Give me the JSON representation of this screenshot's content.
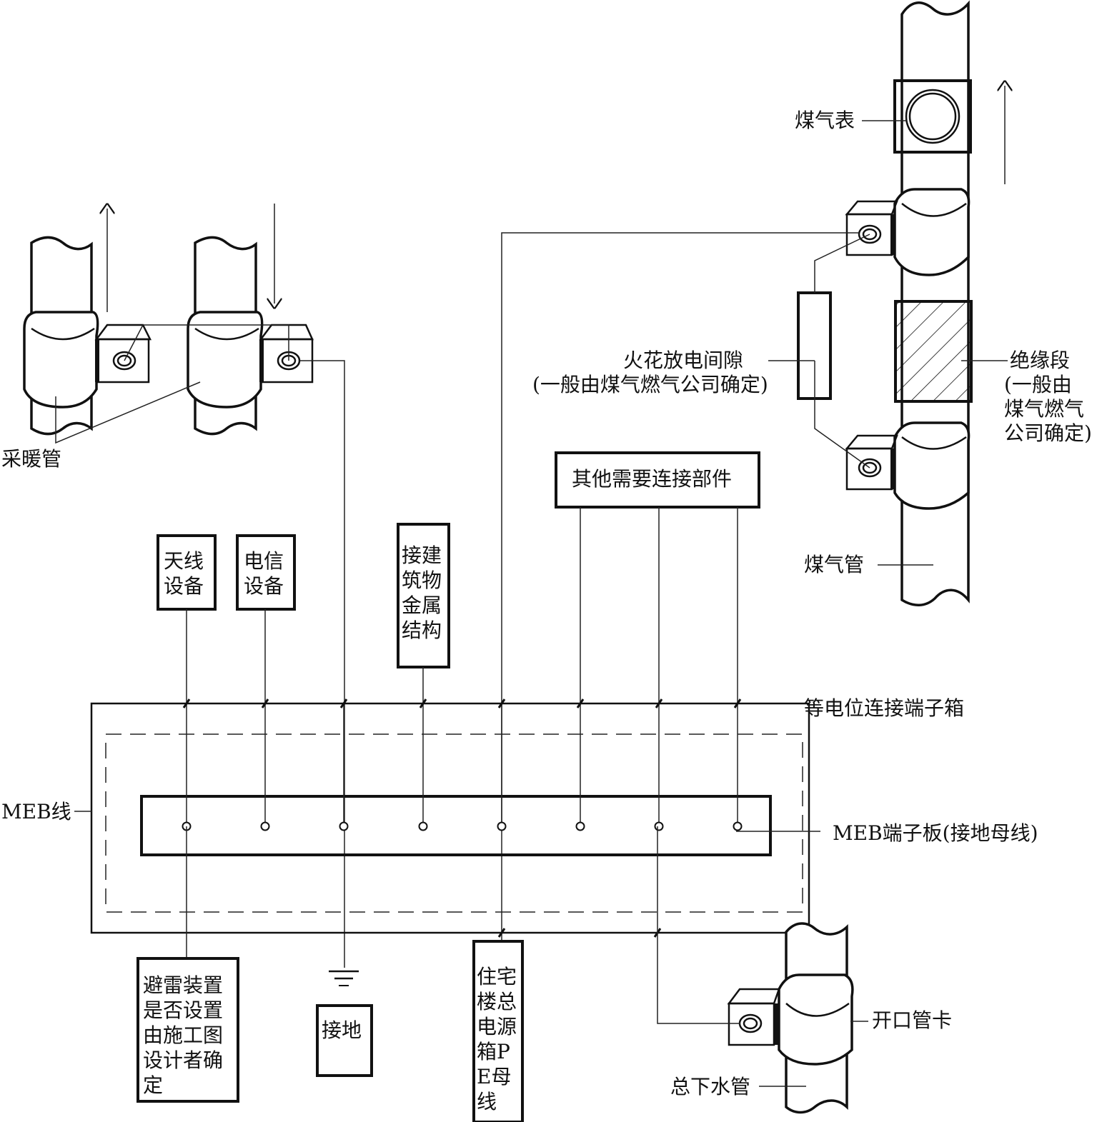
{
  "title": "等电位连接示意图",
  "labels": {
    "gas_meter": "煤气表",
    "spark_gap_line1": "火花放电间隙",
    "spark_gap_line2": "(一般由煤气燃气公司确定)",
    "insulation_line1": "绝缘段",
    "insulation_line2": "(一般由",
    "insulation_line3": "煤气燃气",
    "insulation_line4": "公司确定)",
    "heating_pipe": "采暖管",
    "gas_pipe": "煤气管",
    "equipotential_box": "等电位连接端子箱",
    "meb_line": "MEB线",
    "meb_terminal_board": "MEB端子板(接地母线)",
    "open_pipe_clamp": "开口管卡",
    "main_drain_pipe": "总下水管"
  },
  "boxes": {
    "antenna": "天线设备",
    "telecom": "电信设备",
    "building_metal": "接建筑物金属结构",
    "other_parts": "其他需要连接部件",
    "lightning": "避雷装置是否设置由施工图设计者确定",
    "grounding": "接地",
    "pe_busbar": "住宅楼总电源箱PE母线"
  },
  "terminal_count": 8,
  "flow_arrows": {
    "heating_supply": "up",
    "heating_return": "down",
    "gas_flow": "up"
  }
}
